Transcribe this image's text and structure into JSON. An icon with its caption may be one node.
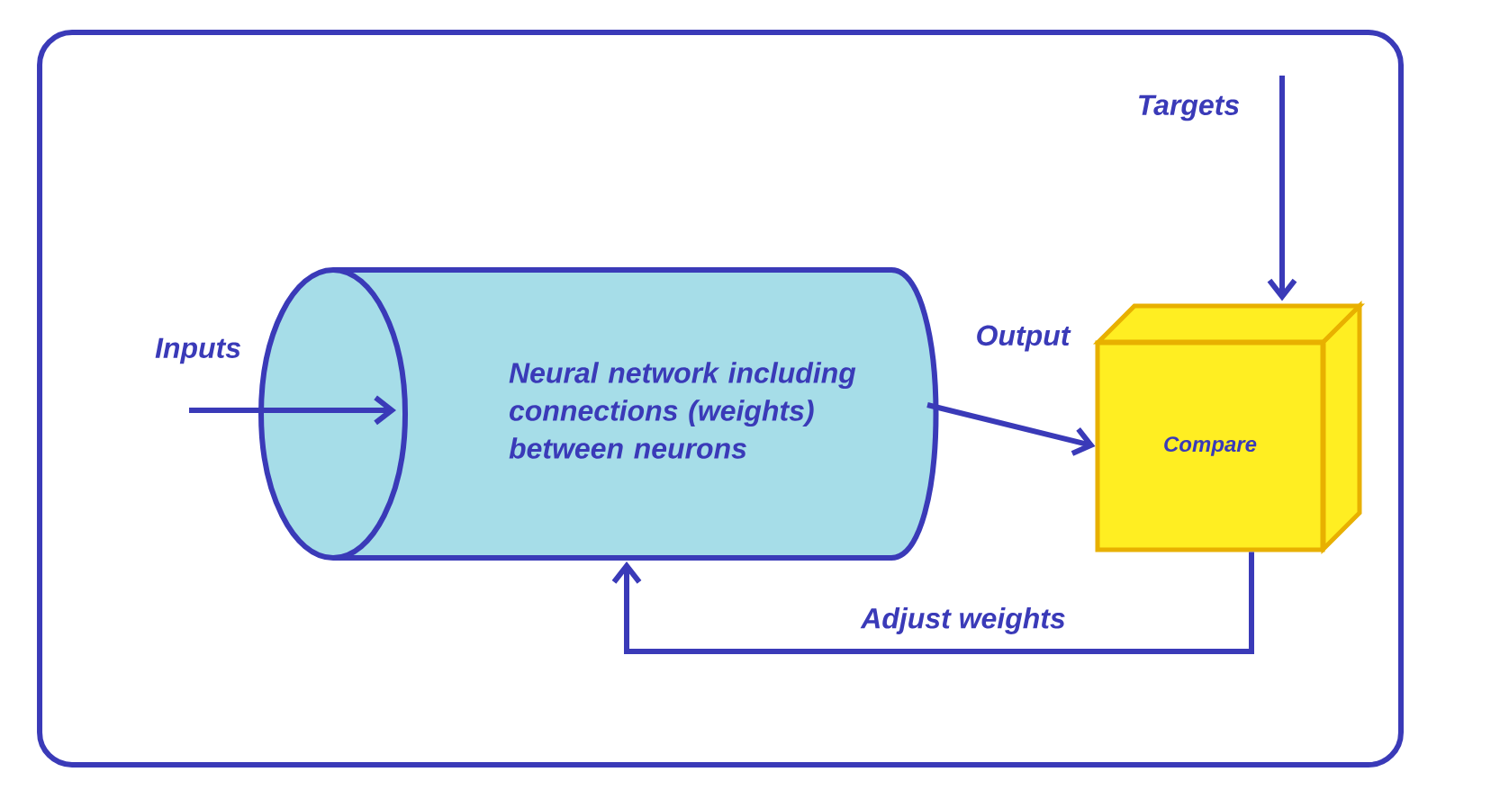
{
  "diagram": {
    "nodes": [
      {
        "text": [
          "Neural network including connections (weights) between neurons"
        ]
      },
      {
        "text": [
          "Compare"
        ]
      }
    ],
    "edges": [
      {
        "from": null,
        "to": 0,
        "arrow": "to",
        "label": "Inputs"
      },
      {
        "from": 0,
        "to": 1,
        "arrow": "to",
        "label": "Output"
      },
      {
        "from": null,
        "to": 1,
        "arrow": "to",
        "label": "Targets"
      },
      {
        "from": 1,
        "to": 0,
        "arrow": "to",
        "label": "Adjust weights"
      }
    ]
  }
}
